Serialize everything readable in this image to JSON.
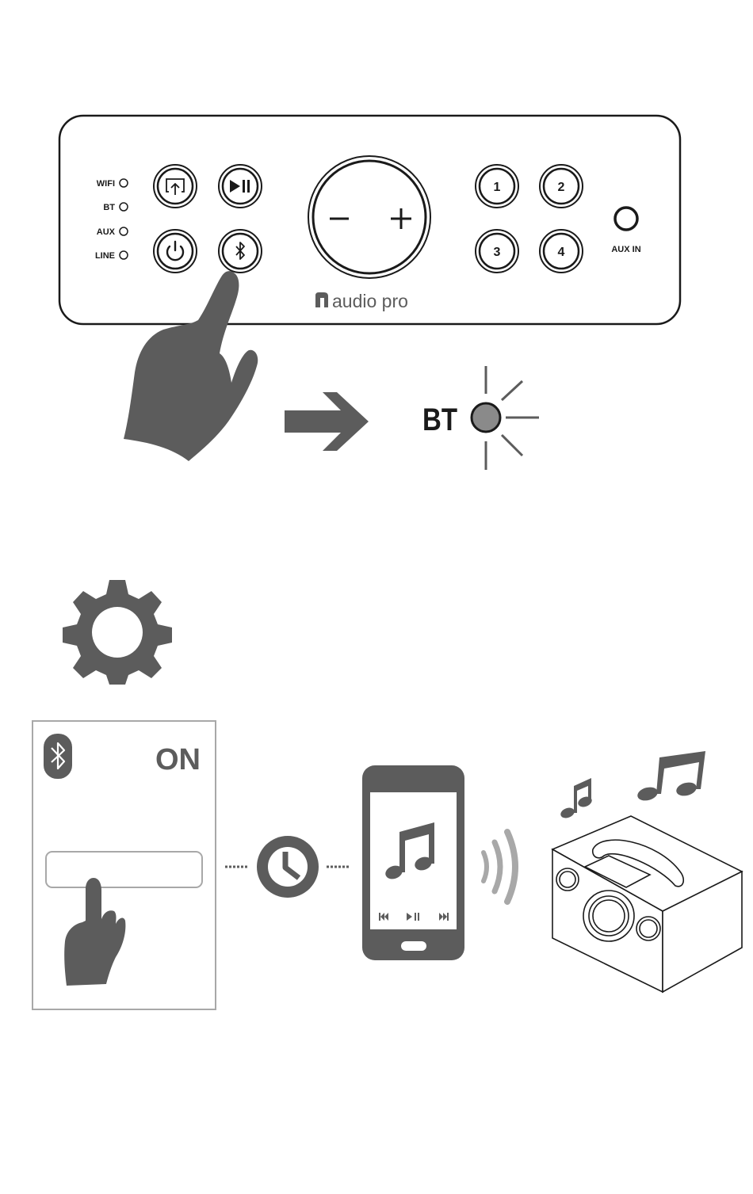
{
  "panel": {
    "indicators": [
      "WIFI",
      "BT",
      "AUX",
      "LINE"
    ],
    "buttons": [
      {
        "name": "airplay-button",
        "icon": "airplay-icon"
      },
      {
        "name": "play-pause-button",
        "icon": "play-pause-icon"
      },
      {
        "name": "power-button",
        "icon": "power-icon"
      },
      {
        "name": "bluetooth-button",
        "icon": "bluetooth-icon"
      }
    ],
    "volume": {
      "minus": "−",
      "plus": "+"
    },
    "presets": [
      "1",
      "2",
      "3",
      "4"
    ],
    "aux_in_label": "AUX IN",
    "brand": "audio pro"
  },
  "status": {
    "label": "BT",
    "led_color": "#8a8a8a",
    "icon": "blinking-led-icon"
  },
  "settings": {
    "icon": "gear-icon",
    "bluetooth_state": "ON",
    "bluetooth_icon": "bluetooth-icon"
  },
  "phone": {
    "icon": "music-note-icon",
    "controls": [
      "previous-icon",
      "play-pause-icon",
      "next-icon"
    ]
  },
  "colors": {
    "ink": "#1a1a1a",
    "gray": "#5c5c5c",
    "light_gray": "#a8a8a8"
  }
}
